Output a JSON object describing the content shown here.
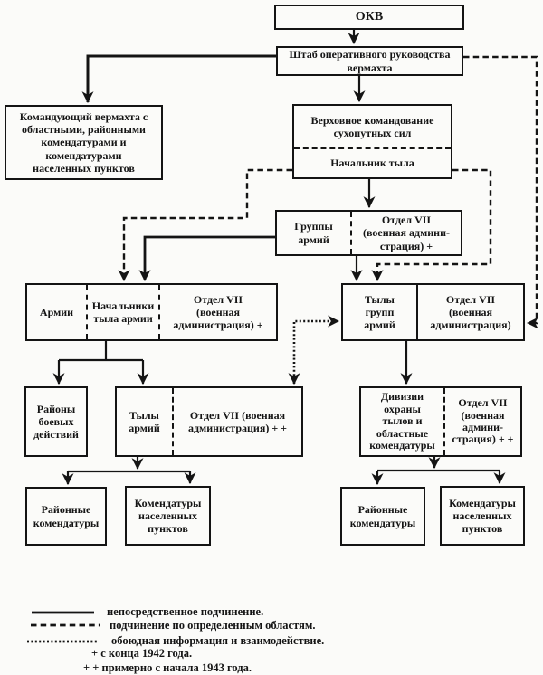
{
  "figure": {
    "kind": "organizational-chart",
    "language": "ru",
    "ink_color": "#141414",
    "paper_color": "#fbfbf9"
  },
  "boxes": {
    "okv": "ОКВ",
    "shtab": "Штаб оперативного руководства\nвермахта",
    "kom_vermahta": "Командующий вермахта с\nобластными, районными\nкомендатурами и\nкомендатурами\nнаселенных пунктов",
    "verh_top": "Верховное командование\nсухопутных сил",
    "verh_bottom": "Начальник тыла",
    "gruppy_left": "Группы\nармий",
    "gruppy_right": "Отдел VII\n(военная админи-\nстрация) +",
    "armii_left": "Армии",
    "armii_mid": "Начальники\nтыла армии",
    "armii_right": "Отдел VII\n(военная\nадминистрация) +",
    "tyly_grupp_left": "Тылы\nгрупп\nармий",
    "tyly_grupp_right": "Отдел VII\n(военная\nадминистрация)",
    "rajony_boevyh": "Районы\nбоевых\nдействий",
    "tyly_armij_left": "Тылы\nармий",
    "tyly_armij_right": "Отдел VII (военная\nадминистрация) + +",
    "divizii_left": "Дивизии\nохраны\nтылов и\nобластные\nкомендатуры",
    "divizii_right": "Отдел VII\n(военная\nадмини-\nстрация) + +",
    "raj_kom_left": "Районные\nкомендатуры",
    "kom_nas_left": "Комендатуры\nнаселенных\nпунктов",
    "raj_kom_right": "Районные\nкомендатуры",
    "kom_nas_right": "Комендатуры\nнаселенных\nпунктов"
  },
  "legend": {
    "solid": "непосредственное подчинение.",
    "dashed": "подчинение по определенным областям.",
    "dotted": "обоюдная информация и взаимодействие.",
    "plus": "+ с конца 1942 года.",
    "plusplus": "+ + примерно с начала 1943 года."
  }
}
